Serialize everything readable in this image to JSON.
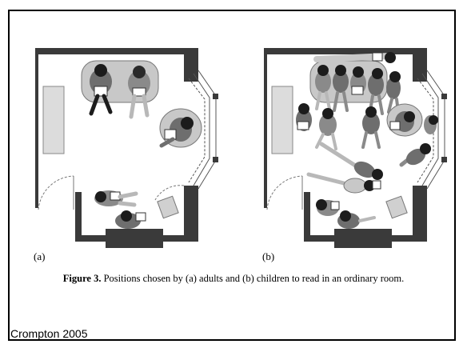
{
  "panels": [
    {
      "label": "(a)"
    },
    {
      "label": "(b)"
    }
  ],
  "caption": {
    "prefix": "Figure 3.",
    "text": " Positions chosen by (a) adults and (b) children to read in an ordinary room."
  },
  "credit": "Crompton 2005",
  "colors": {
    "wall": "#3a3a3a",
    "furniture": "#c8c8c8",
    "person": "#6e6e6e",
    "hair": "#1c1c1c",
    "background": "#ffffff"
  }
}
